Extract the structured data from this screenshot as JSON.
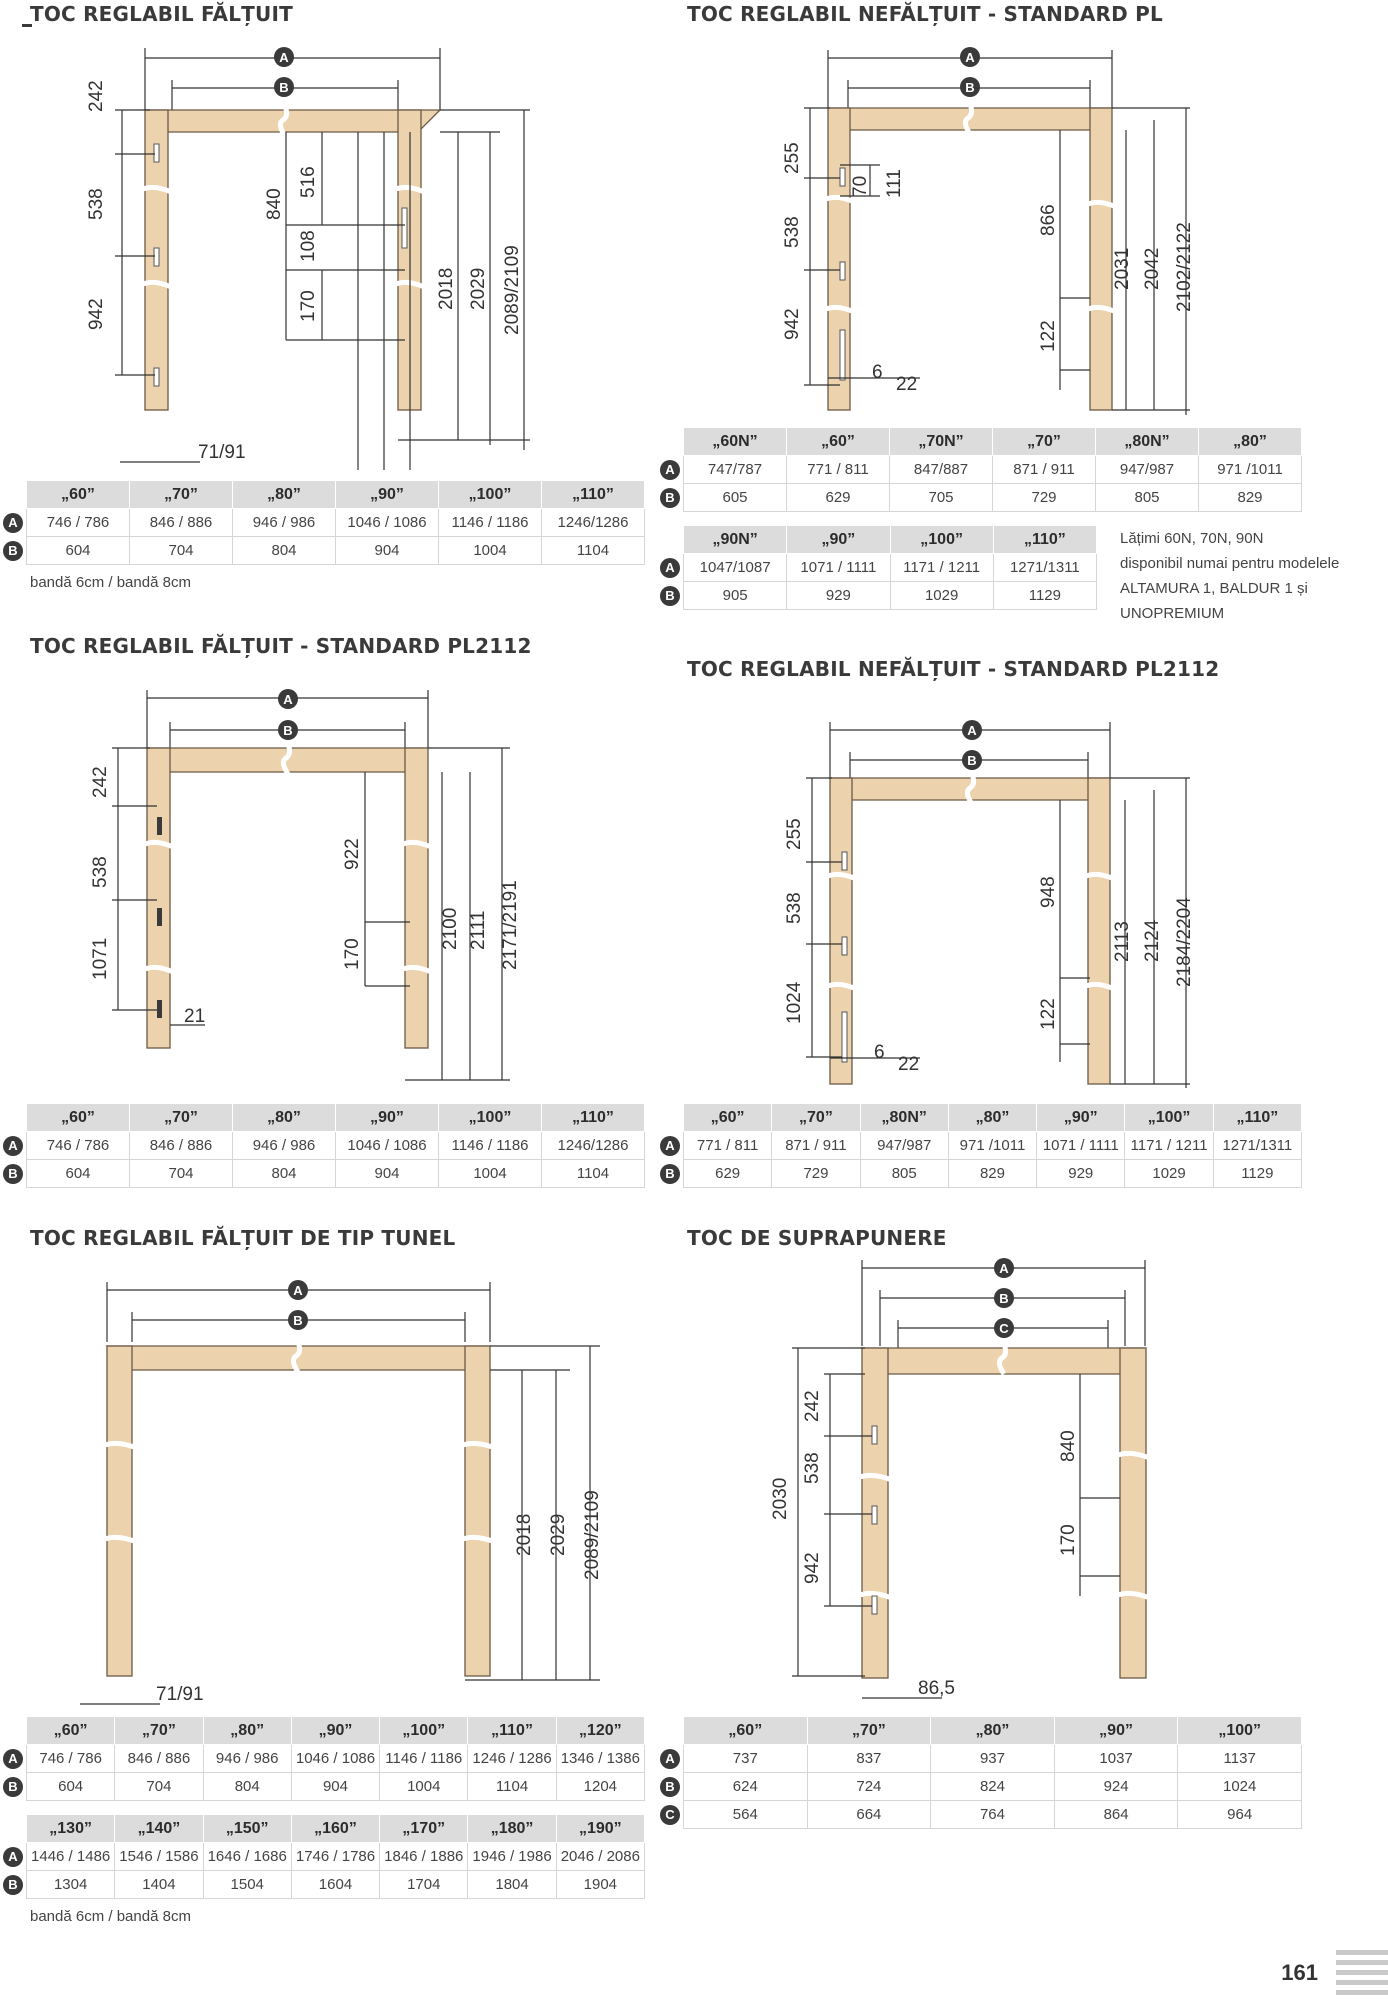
{
  "page_number": "161",
  "sections": [
    {
      "id": "s1",
      "title": "TOC REGLABIL FĂLȚUIT",
      "dims": [
        "242",
        "538",
        "942",
        "516",
        "840",
        "108",
        "170",
        "2018",
        "2029",
        "2089/2109",
        "71/91"
      ],
      "table": {
        "headers": [
          "„60”",
          "„70”",
          "„80”",
          "„90”",
          "„100”",
          "„110”"
        ],
        "rows": [
          {
            "label": "A",
            "values": [
              "746 / 786",
              "846 / 886",
              "946 / 986",
              "1046 / 1086",
              "1146 / 1186",
              "1246/1286"
            ]
          },
          {
            "label": "B",
            "values": [
              "604",
              "704",
              "804",
              "904",
              "1004",
              "1104"
            ]
          }
        ]
      },
      "note": "bandă 6cm / bandă 8cm"
    },
    {
      "id": "s2",
      "title": "TOC REGLABIL NEFĂLȚUIT - STANDARD PL",
      "dims": [
        "255",
        "538",
        "942",
        "70",
        "111",
        "866",
        "122",
        "2031",
        "2042",
        "2102/2122",
        "6",
        "22"
      ],
      "table1": {
        "headers": [
          "„60N”",
          "„60”",
          "„70N”",
          "„70”",
          "„80N”",
          "„80”"
        ],
        "rows": [
          {
            "label": "A",
            "values": [
              "747/787",
              "771 / 811",
              "847/887",
              "871 / 911",
              "947/987",
              "971 /1011"
            ]
          },
          {
            "label": "B",
            "values": [
              "605",
              "629",
              "705",
              "729",
              "805",
              "829"
            ]
          }
        ]
      },
      "table2": {
        "headers": [
          "„90N”",
          "„90”",
          "„100”",
          "„110”"
        ],
        "rows": [
          {
            "label": "A",
            "values": [
              "1047/1087",
              "1071 / 1111",
              "1171 / 1211",
              "1271/1311"
            ]
          },
          {
            "label": "B",
            "values": [
              "905",
              "929",
              "1029",
              "1129"
            ]
          }
        ]
      },
      "side_note": [
        "Lățimi 60N, 70N, 90N",
        "disponibil numai pentru modelele",
        "ALTAMURA 1, BALDUR 1 și",
        "UNOPREMIUM"
      ]
    },
    {
      "id": "s3",
      "title": "TOC REGLABIL FĂLȚUIT - STANDARD PL2112",
      "dims": [
        "242",
        "538",
        "1071",
        "922",
        "170",
        "2100",
        "2111",
        "2171/2191",
        "21"
      ],
      "table": {
        "headers": [
          "„60”",
          "„70”",
          "„80”",
          "„90”",
          "„100”",
          "„110”"
        ],
        "rows": [
          {
            "label": "A",
            "values": [
              "746 / 786",
              "846 / 886",
              "946 / 986",
              "1046 / 1086",
              "1146 / 1186",
              "1246/1286"
            ]
          },
          {
            "label": "B",
            "values": [
              "604",
              "704",
              "804",
              "904",
              "1004",
              "1104"
            ]
          }
        ]
      }
    },
    {
      "id": "s4",
      "title": "TOC REGLABIL NEFĂLȚUIT - STANDARD PL2112",
      "dims": [
        "255",
        "538",
        "1024",
        "948",
        "122",
        "2113",
        "2124",
        "2184/2204",
        "6",
        "22"
      ],
      "table": {
        "headers": [
          "„60”",
          "„70”",
          "„80N”",
          "„80”",
          "„90”",
          "„100”",
          "„110”"
        ],
        "rows": [
          {
            "label": "A",
            "values": [
              "771 / 811",
              "871 / 911",
              "947/987",
              "971 /1011",
              "1071 / 1111",
              "1171 / 1211",
              "1271/1311"
            ]
          },
          {
            "label": "B",
            "values": [
              "629",
              "729",
              "805",
              "829",
              "929",
              "1029",
              "1129"
            ]
          }
        ]
      }
    },
    {
      "id": "s5",
      "title": "TOC REGLABIL FĂLȚUIT DE TIP TUNEL",
      "dims": [
        "2018",
        "2029",
        "2089/2109",
        "71/91"
      ],
      "table1": {
        "headers": [
          "„60”",
          "„70”",
          "„80”",
          "„90”",
          "„100”",
          "„110”",
          "„120”"
        ],
        "rows": [
          {
            "label": "A",
            "values": [
              "746 / 786",
              "846 / 886",
              "946 / 986",
              "1046 / 1086",
              "1146 / 1186",
              "1246 / 1286",
              "1346 / 1386"
            ]
          },
          {
            "label": "B",
            "values": [
              "604",
              "704",
              "804",
              "904",
              "1004",
              "1104",
              "1204"
            ]
          }
        ]
      },
      "table2": {
        "headers": [
          "„130”",
          "„140”",
          "„150”",
          "„160”",
          "„170”",
          "„180”",
          "„190”"
        ],
        "rows": [
          {
            "label": "A",
            "values": [
              "1446 / 1486",
              "1546 / 1586",
              "1646 / 1686",
              "1746 / 1786",
              "1846 / 1886",
              "1946 / 1986",
              "2046 / 2086"
            ]
          },
          {
            "label": "B",
            "values": [
              "1304",
              "1404",
              "1504",
              "1604",
              "1704",
              "1804",
              "1904"
            ]
          }
        ]
      },
      "note": "bandă 6cm / bandă 8cm"
    },
    {
      "id": "s6",
      "title": "TOC DE SUPRAPUNERE",
      "dims": [
        "242",
        "538",
        "942",
        "2030",
        "840",
        "170",
        "86,5"
      ],
      "table": {
        "headers": [
          "„60”",
          "„70”",
          "„80”",
          "„90”",
          "„100”"
        ],
        "rows": [
          {
            "label": "A",
            "values": [
              "737",
              "837",
              "937",
              "1037",
              "1137"
            ]
          },
          {
            "label": "B",
            "values": [
              "624",
              "724",
              "824",
              "924",
              "1024"
            ]
          },
          {
            "label": "C",
            "values": [
              "564",
              "664",
              "764",
              "864",
              "964"
            ]
          }
        ]
      }
    }
  ],
  "colors": {
    "wood": "#ecd3ae",
    "wood_stroke": "#6b5a45",
    "line": "#333333",
    "header_bg": "#dcdcdc"
  }
}
